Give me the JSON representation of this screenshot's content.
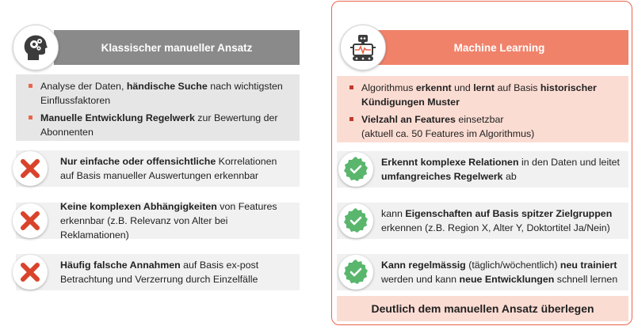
{
  "left": {
    "title": "Klassischer manueller Ansatz",
    "bullets": [
      {
        "pre": "Analyse der Daten, ",
        "bold": "händische Suche",
        "post": " nach wichtigsten Einflussfaktoren"
      },
      {
        "pre": "",
        "bold": "Manuelle Entwicklung Regelwerk",
        "post": " zur Bewertung der Abonnenten"
      }
    ],
    "rows": [
      {
        "bold": "Nur einfache oder offensichtliche",
        "post": " Korrelationen auf Basis manueller Auswertungen erkennbar"
      },
      {
        "bold": "Keine komplexen Abhängigkeiten",
        "post": " von Features erkennbar (z.B. Relevanz von Alter bei Reklamationen)"
      },
      {
        "bold": "Häufig falsche Annahmen",
        "post": " auf Basis ex-post Betrachtung und Verzerrung durch Einzelfälle"
      }
    ]
  },
  "right": {
    "title": "Machine Learning",
    "bullet1": {
      "a": "Algorithmus ",
      "b": "erkennt",
      "c": " und ",
      "d": "lernt",
      "e": " auf Basis ",
      "f": "historischer Kündigungen Muster"
    },
    "bullet2": {
      "bold": "Vielzahl an Features",
      "post": " einsetzbar",
      "note": "(aktuell ca. 50 Features im Algorithmus)"
    },
    "row1": {
      "bold1": "Erkennt komplexe Relationen",
      "mid": " in den Daten und leitet ",
      "bold2": "umfangreiches Regelwerk",
      "post": " ab"
    },
    "row2": {
      "pre": "kann ",
      "bold": "Eigenschaften auf Basis spitzer Zielgruppen",
      "post": " erkennen (z.B. Region X, Alter Y, Doktortitel Ja/Nein)"
    },
    "row3": {
      "bold1": "Kann regelmässig",
      "mid1": " (täglich/wöchentlich) ",
      "bold2": "neu trainiert",
      "mid2": " werden und kann ",
      "bold3": "neue Entwicklungen",
      "post": " schnell lernen"
    },
    "conclusion": "Deutlich dem manuellen Ansatz überlegen"
  },
  "colors": {
    "accent": "#e9664c",
    "grey_header": "#8a8a8a",
    "ml_header": "#f0826a",
    "cross": "#d9432b",
    "check": "#5ab66d"
  },
  "icons": {
    "left_header": "head-gears-icon",
    "right_header": "robot-icon",
    "negative": "cross-icon",
    "positive": "check-badge-icon"
  }
}
